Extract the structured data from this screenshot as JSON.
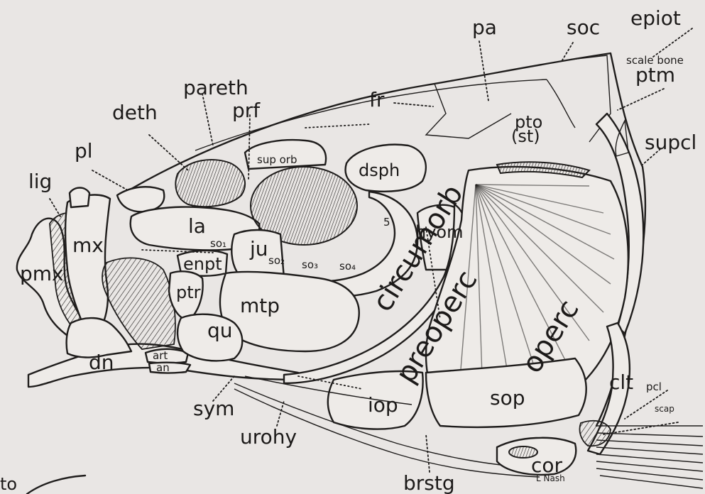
{
  "labels": {
    "pa": "pa",
    "soc": "soc",
    "epiot": "epiot",
    "scale_bone": "scale bone",
    "ptm": "ptm",
    "pareth": "pareth",
    "fr": "fr",
    "prf": "prf",
    "deth": "deth",
    "pto": "pto",
    "st": "(st)",
    "supcl": "supcl",
    "pl": "pl",
    "sup_orb": "sup orb",
    "dsph": "dsph",
    "lig": "lig",
    "circumorb": "circumorb",
    "la": "la",
    "so1": "so₁",
    "mx": "mx",
    "ju": "ju",
    "so2": "so₂",
    "so3": "so₃",
    "so4": "so₄",
    "num5": "5",
    "hyom": "hyom",
    "pmx": "pmx",
    "enpt": "enpt",
    "ptr": "ptr",
    "mtp": "mtp",
    "preoperc": "preoperc",
    "operc": "operc",
    "qu": "qu",
    "dn": "dn",
    "art": "art",
    "an": "an",
    "clt": "clt",
    "iop": "iop",
    "scp": "sop",
    "pcl": "pcl",
    "scap": "scap",
    "sym": "sym",
    "urohy": "urohy",
    "cor": "cor",
    "brstg": "brstg",
    "signature": "L Nash",
    "fragment": "to"
  }
}
